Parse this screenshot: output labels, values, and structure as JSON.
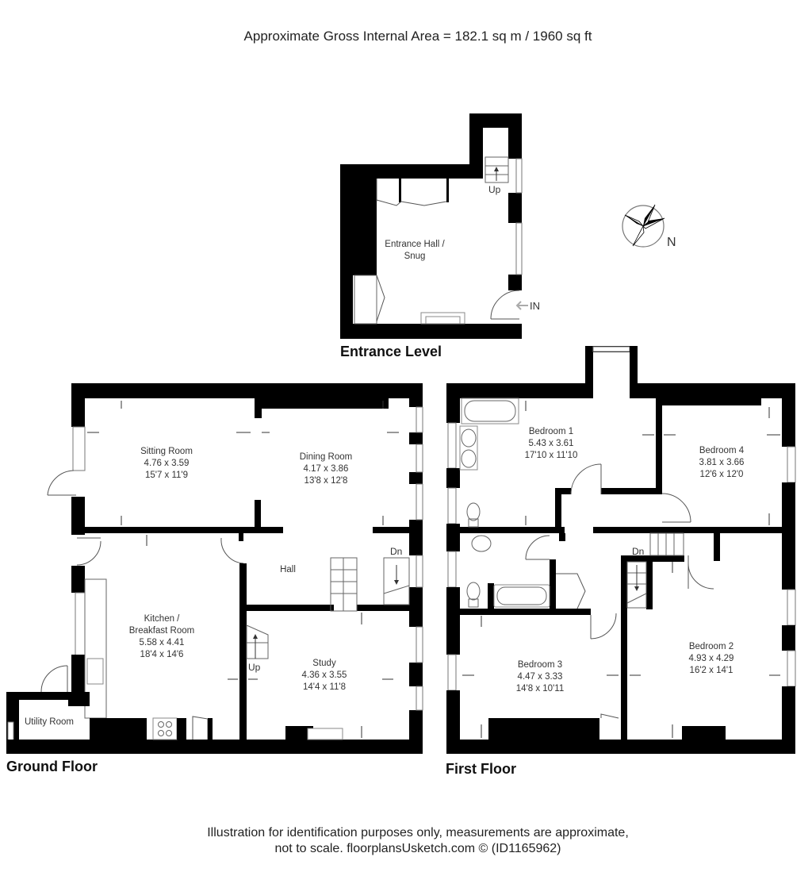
{
  "header": {
    "title": "Approximate Gross Internal Area = 182.1 sq m / 1960 sq ft"
  },
  "compass": {
    "icon": "compass-rose-icon",
    "label": "N"
  },
  "entrance_level": {
    "label": "Entrance Level",
    "rooms": [
      {
        "name_line1": "Entrance Hall /",
        "name_line2": "Snug"
      }
    ],
    "stairs_label": "Up",
    "entry_label": "IN"
  },
  "ground_floor": {
    "label": "Ground Floor",
    "rooms": {
      "sitting": {
        "name": "Sitting Room",
        "metric": "4.76 x 3.59",
        "imperial": "15'7 x 11'9"
      },
      "dining": {
        "name": "Dining Room",
        "metric": "4.17 x 3.86",
        "imperial": "13'8 x 12'8"
      },
      "hall": {
        "name": "Hall"
      },
      "kitchen": {
        "name_line1": "Kitchen /",
        "name_line2": "Breakfast Room",
        "metric": "5.58 x 4.41",
        "imperial": "18'4 x 14'6"
      },
      "study": {
        "name": "Study",
        "metric": "4.36 x 3.55",
        "imperial": "14'4 x 11'8"
      },
      "utility": {
        "name": "Utility Room"
      }
    },
    "stairs_up": "Up",
    "stairs_down": "Dn"
  },
  "first_floor": {
    "label": "First Floor",
    "rooms": {
      "bedroom1": {
        "name": "Bedroom 1",
        "metric": "5.43 x 3.61",
        "imperial": "17'10 x 11'10"
      },
      "bedroom4": {
        "name": "Bedroom 4",
        "metric": "3.81 x 3.66",
        "imperial": "12'6 x 12'0"
      },
      "bedroom3": {
        "name": "Bedroom 3",
        "metric": "4.47 x 3.33",
        "imperial": "14'8 x 10'11"
      },
      "bedroom2": {
        "name": "Bedroom 2",
        "metric": "4.93 x 4.29",
        "imperial": "16'2 x 14'1"
      }
    },
    "stairs_down": "Dn"
  },
  "footer": {
    "line1": "Illustration for identification purposes only, measurements are approximate,",
    "line2": "not to scale. floorplansUsketch.com © (ID1165962)"
  }
}
